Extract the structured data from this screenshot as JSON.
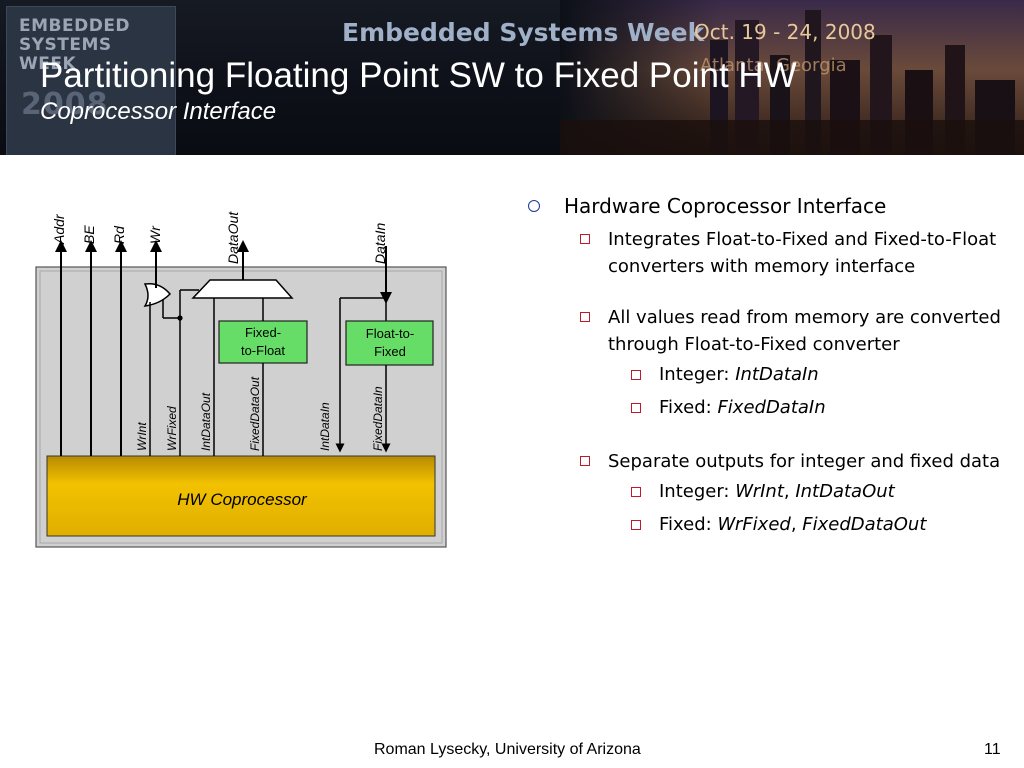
{
  "banner": {
    "logo_text": "EMBEDDED\nSYSTEMS\nWEEK",
    "logo_year": "2008",
    "event_title": "Embedded Systems Week",
    "event_dates": "Oct. 19 - 24, 2008",
    "event_place": "Atlanta, Georgia"
  },
  "title": "Partitioning Floating Point SW to Fixed Point HW",
  "subtitle": "Coprocessor Interface",
  "diagram": {
    "top_labels": [
      "Addr",
      "BE",
      "Rd",
      "Wr",
      "DataOut",
      "DataIn"
    ],
    "fixed_to_float": [
      "Fixed-",
      "to-Float"
    ],
    "float_to_fixed": [
      "Float-to-",
      "Fixed"
    ],
    "inner_labels": [
      "WrInt",
      "WrFixed",
      "IntDataOut",
      "FixedDataOut",
      "IntDataIn",
      "FixedDataIn"
    ],
    "coprocessor": "HW Coprocessor"
  },
  "bullets": {
    "main": "Hardware Coprocessor Interface",
    "s1": "Integrates Float-to-Fixed and Fixed-to-Float converters with memory interface",
    "s2": "All values read from memory are converted through Float-to-Fixed converter",
    "s2a_label": "Integer: ",
    "s2a_value": "IntDataIn",
    "s2b_label": "Fixed: ",
    "s2b_value": "FixedDataIn",
    "s3": "Separate outputs for integer and fixed data",
    "s3a_label": "Integer: ",
    "s3a_v1": "WrInt",
    "s3a_sep": ", ",
    "s3a_v2": "IntDataOut",
    "s3b_label": "Fixed: ",
    "s3b_v1": "WrFixed",
    "s3b_sep": ", ",
    "s3b_v2": "FixedDataOut"
  },
  "footer": {
    "author": "Roman Lysecky, University of Arizona",
    "page": "11"
  },
  "colors": {
    "converter_fill": "#66dd66",
    "coprocessor_fill": "#e8b800",
    "bullet_main": "#1a3a9a",
    "bullet_sub": "#c0192d"
  }
}
